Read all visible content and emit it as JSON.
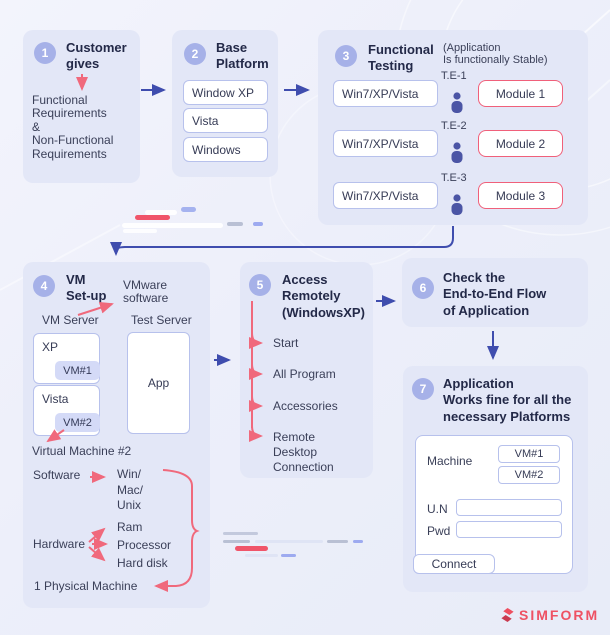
{
  "step1": {
    "num": "1",
    "title": "Customer\ngives",
    "body": "Functional\nRequirements\n&\nNon-Functional\nRequirements"
  },
  "step2": {
    "num": "2",
    "title": "Base\nPlatform",
    "items": [
      "Window XP",
      "Vista",
      "Windows"
    ]
  },
  "step3": {
    "num": "3",
    "title": "Functional\nTesting",
    "note": "(Application\nIs functionally Stable)",
    "rows": [
      {
        "platform": "Win7/XP/Vista",
        "tester": "T.E-1",
        "module": "Module 1"
      },
      {
        "platform": "Win7/XP/Vista",
        "tester": "T.E-2",
        "module": "Module 2"
      },
      {
        "platform": "Win7/XP/Vista",
        "tester": "T.E-3",
        "module": "Module 3"
      }
    ]
  },
  "step4": {
    "num": "4",
    "title": "VM\nSet-up",
    "vmware": "VMware\nsoftware",
    "vm_server": "VM Server",
    "test_server": "Test Server",
    "xp": "XP",
    "vm1": "VM#1",
    "vista": "Vista",
    "vm2": "VM#2",
    "app": "App",
    "virtual_machine": "Virtual Machine #2",
    "software": "Software",
    "software_os": "Win/\nMac/\nUnix",
    "hardware": "Hardware",
    "hw_ram": "Ram",
    "hw_cpu": "Processor",
    "hw_disk": "Hard disk",
    "physical": "1 Physical Machine"
  },
  "step5": {
    "num": "5",
    "title": "Access\nRemotely\n(WindowsXP)",
    "items": [
      "Start",
      "All Program",
      "Accessories",
      "Remote\nDesktop\nConnection"
    ]
  },
  "step6": {
    "num": "6",
    "title": "Check the\nEnd-to-End Flow\nof Application"
  },
  "step7": {
    "num": "7",
    "title": "Application\nWorks fine for all the\nnecessary Platforms",
    "machine": "Machine",
    "vm1": "VM#1",
    "vm2": "VM#2",
    "un": "U.N",
    "pwd": "Pwd",
    "connect": "Connect"
  },
  "logo": {
    "text": "SIMFORM"
  },
  "colors": {
    "accent_red": "#f0607a",
    "indigo": "#4050ae",
    "circle_bg": "#a6b1e8",
    "panel_bg": "#e3e7f7",
    "logo_red": "#ee5163"
  }
}
